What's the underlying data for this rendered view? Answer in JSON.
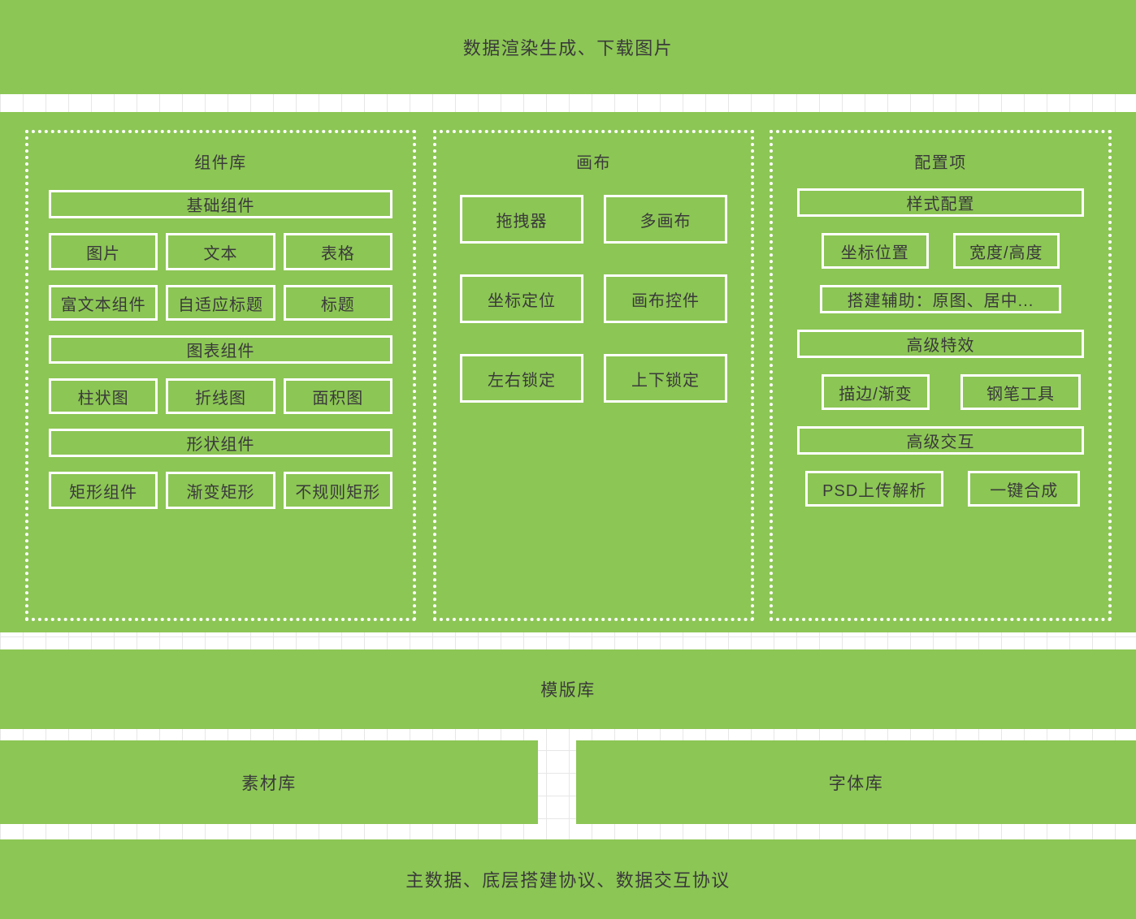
{
  "title": "数据渲染生成、下载图片",
  "colors": {
    "green": "#8cc655",
    "text": "#3a3a3a",
    "grid_line": "#e7e7e7",
    "box_border": "#ffffff"
  },
  "columns": [
    {
      "title": "组件库",
      "rows": [
        {
          "cells": [
            "基础组件"
          ]
        },
        {
          "cells": [
            "图片",
            "文本",
            "表格"
          ]
        },
        {
          "cells": [
            "富文本组件",
            "自适应标题",
            "标题"
          ]
        },
        {
          "cells": [
            "图表组件"
          ]
        },
        {
          "cells": [
            "柱状图",
            "折线图",
            "面积图"
          ]
        },
        {
          "cells": [
            "形状组件"
          ]
        },
        {
          "cells": [
            "矩形组件",
            "渐变矩形",
            "不规则矩形"
          ]
        }
      ]
    },
    {
      "title": "画布",
      "rows": [
        {
          "cells": [
            "拖拽器",
            "多画布"
          ]
        },
        {
          "cells": [
            "坐标定位",
            "画布控件"
          ]
        },
        {
          "cells": [
            "左右锁定",
            "上下锁定"
          ]
        }
      ]
    },
    {
      "title": "配置项",
      "rows": [
        {
          "cells": [
            "样式配置"
          ]
        },
        {
          "cells": [
            "坐标位置",
            "宽度/高度"
          ]
        },
        {
          "cells": [
            "搭建辅助：原图、居中..."
          ]
        },
        {
          "cells": [
            "高级特效"
          ]
        },
        {
          "cells": [
            "描边/渐变",
            "钢笔工具"
          ]
        },
        {
          "cells": [
            "高级交互"
          ]
        },
        {
          "cells": [
            "PSD上传解析",
            "一键合成"
          ]
        }
      ]
    }
  ],
  "bars": {
    "template": "模版库",
    "material": "素材库",
    "font": "字体库",
    "bottom": "主数据、底层搭建协议、数据交互协议"
  }
}
